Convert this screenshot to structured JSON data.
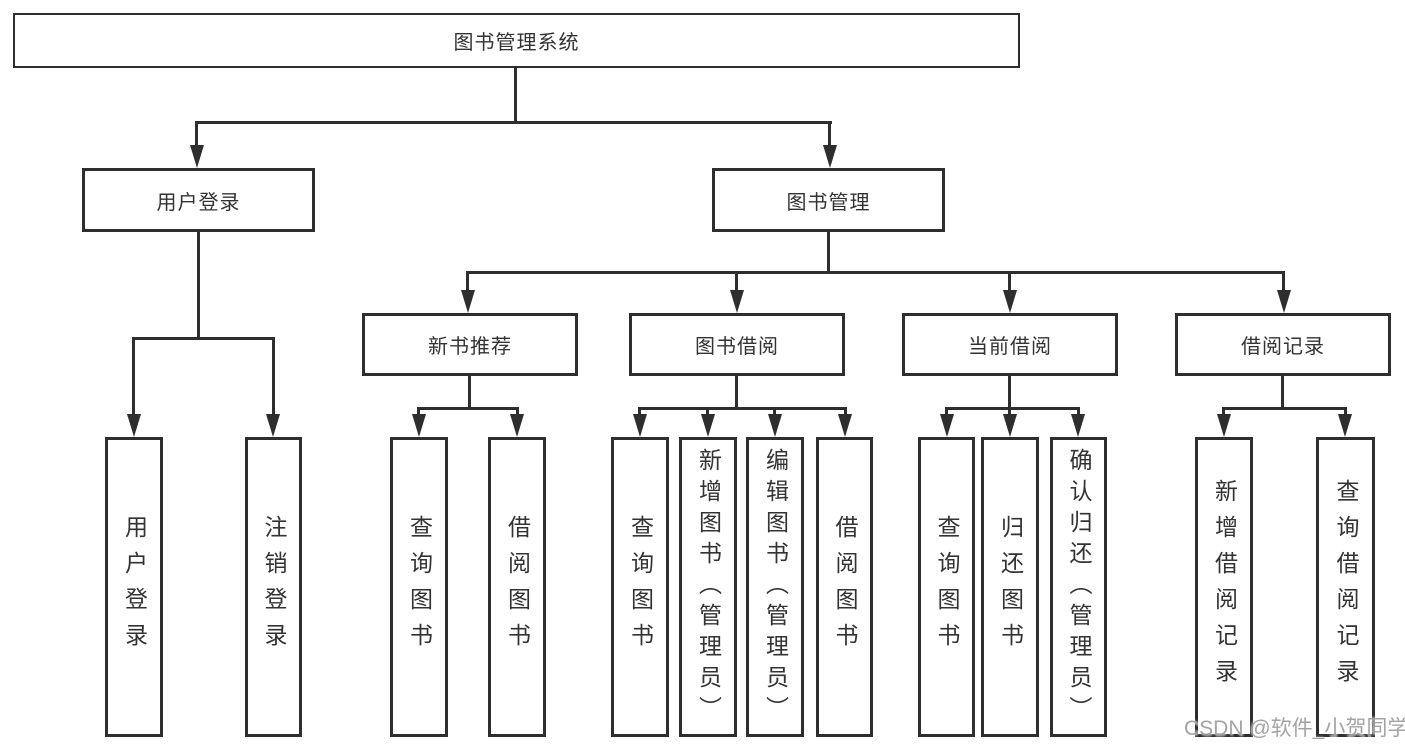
{
  "diagram_title": "图书管理系统",
  "nodes": {
    "root": "图书管理系统",
    "user_login": "用户登录",
    "book_mgmt": "图书管理",
    "new_book_rec": "新书推荐",
    "book_borrow": "图书借阅",
    "current_borrow": "当前借阅",
    "borrow_records": "借阅记录",
    "leaf_user_login": "用户登录",
    "leaf_logout": "注销登录",
    "leaf_nbr_search": "查询图书",
    "leaf_nbr_borrow": "借阅图书",
    "leaf_bb_search": "查询图书",
    "leaf_bb_add": "新增图书（管理员）",
    "leaf_bb_edit": "编辑图书（管理员）",
    "leaf_bb_borrow": "借阅图书",
    "leaf_cb_search": "查询图书",
    "leaf_cb_return": "归还图书",
    "leaf_cb_confirm": "确认归还（管理员）",
    "leaf_br_add": "新增借阅记录",
    "leaf_br_search": "查询借阅记录"
  },
  "hierarchy": {
    "图书管理系统": {
      "用户登录": [
        "用户登录",
        "注销登录"
      ],
      "图书管理": {
        "新书推荐": [
          "查询图书",
          "借阅图书"
        ],
        "图书借阅": [
          "查询图书",
          "新增图书（管理员）",
          "编辑图书（管理员）",
          "借阅图书"
        ],
        "当前借阅": [
          "查询图书",
          "归还图书",
          "确认归还（管理员）"
        ],
        "借阅记录": [
          "新增借阅记录",
          "查询借阅记录"
        ]
      }
    }
  },
  "watermark": "CSDN @软件_小贺同学",
  "colors": {
    "line": "#2e2e2e",
    "text": "#333333",
    "background": "#ffffff",
    "watermark": "#9e9e9e"
  }
}
